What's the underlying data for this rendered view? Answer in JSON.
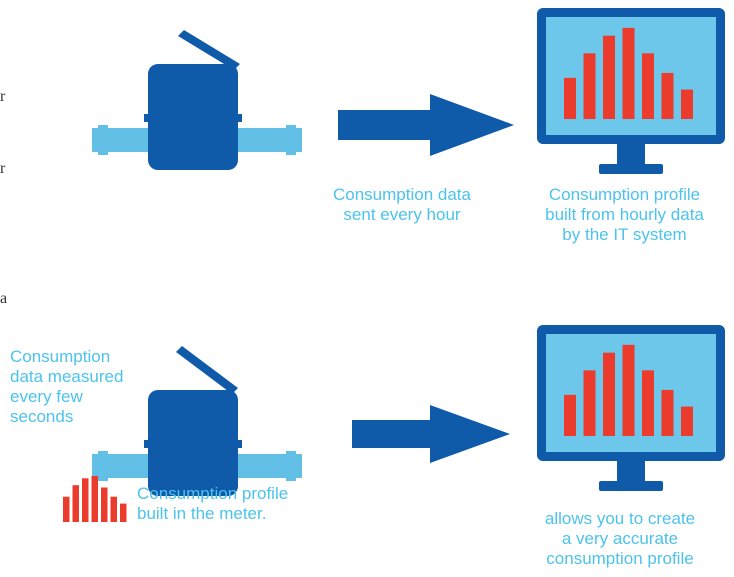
{
  "colors": {
    "meter_blue": "#0f5aa9",
    "pipe_blue": "#62bfe6",
    "caption_blue": "#4cc3ec",
    "screen_bg": "#6cc7ea",
    "bar_red": "#ea3b2c"
  },
  "edge_marks": {
    "top_mark": "r",
    "mid_mark": "r",
    "bottom_mark": "a"
  },
  "top_row": {
    "sent_caption": [
      "Consumption data",
      "sent every hour"
    ],
    "profile_caption": [
      "Consumption profile",
      "built from hourly data",
      "by the IT system"
    ]
  },
  "bottom_row": {
    "measured_caption": [
      "Consumption",
      "data measured",
      "every few",
      "seconds"
    ],
    "meter_profile_caption": [
      "Consumption profile",
      "built in the meter."
    ],
    "accurate_caption": [
      "allows you to create",
      "a very accurate",
      "consumption profile"
    ]
  },
  "icons": {
    "meter": "water-meter-icon",
    "arrow": "right-arrow-icon",
    "monitor": "monitor-bar-chart-icon",
    "mini_chart": "mini-bar-chart-icon"
  },
  "monitor_chart": {
    "relative_heights": [
      0.42,
      0.67,
      0.85,
      0.93,
      0.67,
      0.47,
      0.3
    ]
  },
  "mini_chart": {
    "relative_heights": [
      0.55,
      0.8,
      0.95,
      1.0,
      0.75,
      0.55,
      0.4
    ]
  }
}
